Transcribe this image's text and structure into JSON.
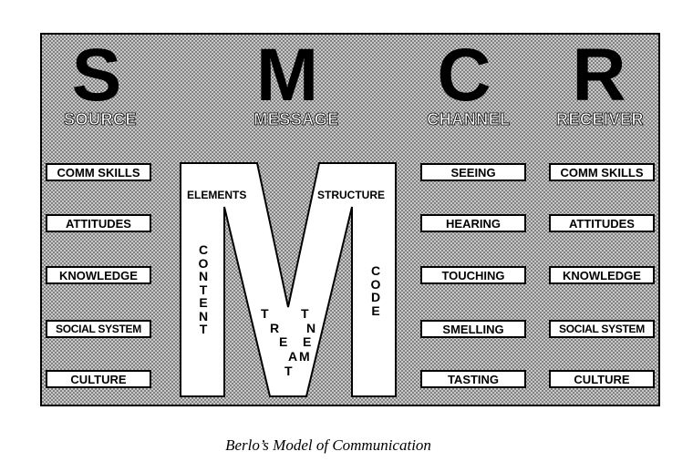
{
  "columns": {
    "source": {
      "letter": "S",
      "label": "SOURCE",
      "items": [
        "COMM SKILLS",
        "ATTITUDES",
        "KNOWLEDGE",
        "SOCIAL SYSTEM",
        "CULTURE"
      ]
    },
    "message": {
      "letter": "M",
      "label": "MESSAGE",
      "elements_label": "ELEMENTS",
      "structure_label": "STRUCTURE",
      "content_label": "CONTENT",
      "code_label": "CODE",
      "treatment_label": "TREATMENT"
    },
    "channel": {
      "letter": "C",
      "label": "CHANNEL",
      "items": [
        "SEEING",
        "HEARING",
        "TOUCHING",
        "SMELLING",
        "TASTING"
      ]
    },
    "receiver": {
      "letter": "R",
      "label": "RECEIVER",
      "items": [
        "COMM SKILLS",
        "ATTITUDES",
        "KNOWLEDGE",
        "SOCIAL SYSTEM",
        "CULTURE"
      ]
    }
  },
  "caption": "Berlo’s Model of Communication",
  "colors": {
    "background_pattern": "#c8c8c8",
    "box_fill": "#ffffff",
    "ink": "#000000"
  }
}
